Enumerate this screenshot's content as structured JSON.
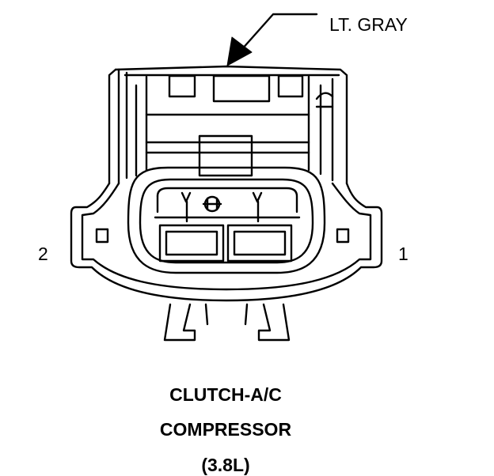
{
  "color_label": "LT. GRAY",
  "pins": {
    "left": "2",
    "right": "1"
  },
  "caption": {
    "line1": "CLUTCH-A/C",
    "line2": "COMPRESSOR",
    "line3": "(3.8L)"
  },
  "colors": {
    "stroke": "#000000",
    "background": "#ffffff"
  }
}
